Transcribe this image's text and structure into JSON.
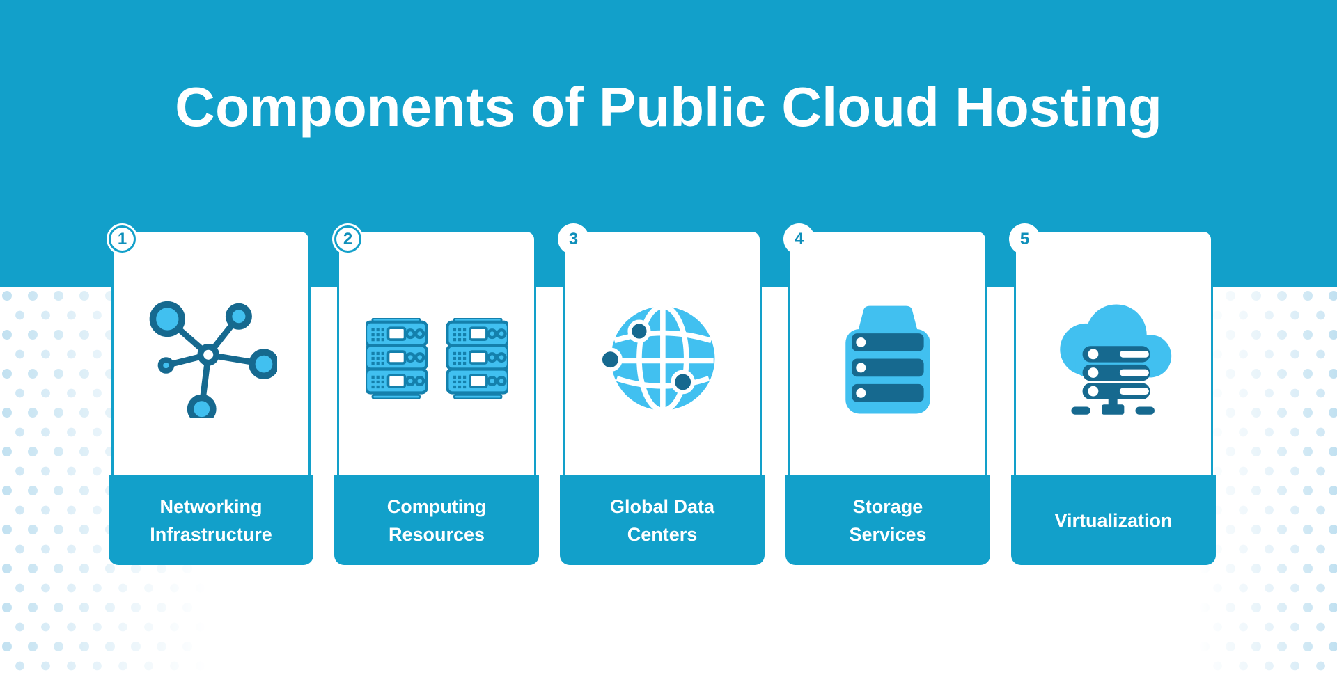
{
  "title": "Components of Public Cloud Hosting",
  "colors": {
    "header_teal": "#12A0CA",
    "badge_number_teal": "#0E8FBA",
    "icon_dark_blue": "#16698F",
    "icon_light_blue": "#41C0F0",
    "server_outline_teal": "#1480AC",
    "dot_pattern_blue": "#BEDFF0",
    "card_background": "#FFFFFF"
  },
  "cards": [
    {
      "number": "1",
      "label": "Networking\nInfrastructure",
      "icon": "network-nodes-icon"
    },
    {
      "number": "2",
      "label": "Computing\nResources",
      "icon": "server-racks-icon"
    },
    {
      "number": "3",
      "label": "Global Data\nCenters",
      "icon": "globe-network-icon"
    },
    {
      "number": "4",
      "label": "Storage\nServices",
      "icon": "storage-drives-icon"
    },
    {
      "number": "5",
      "label": "Virtualization",
      "icon": "cloud-servers-icon"
    }
  ]
}
